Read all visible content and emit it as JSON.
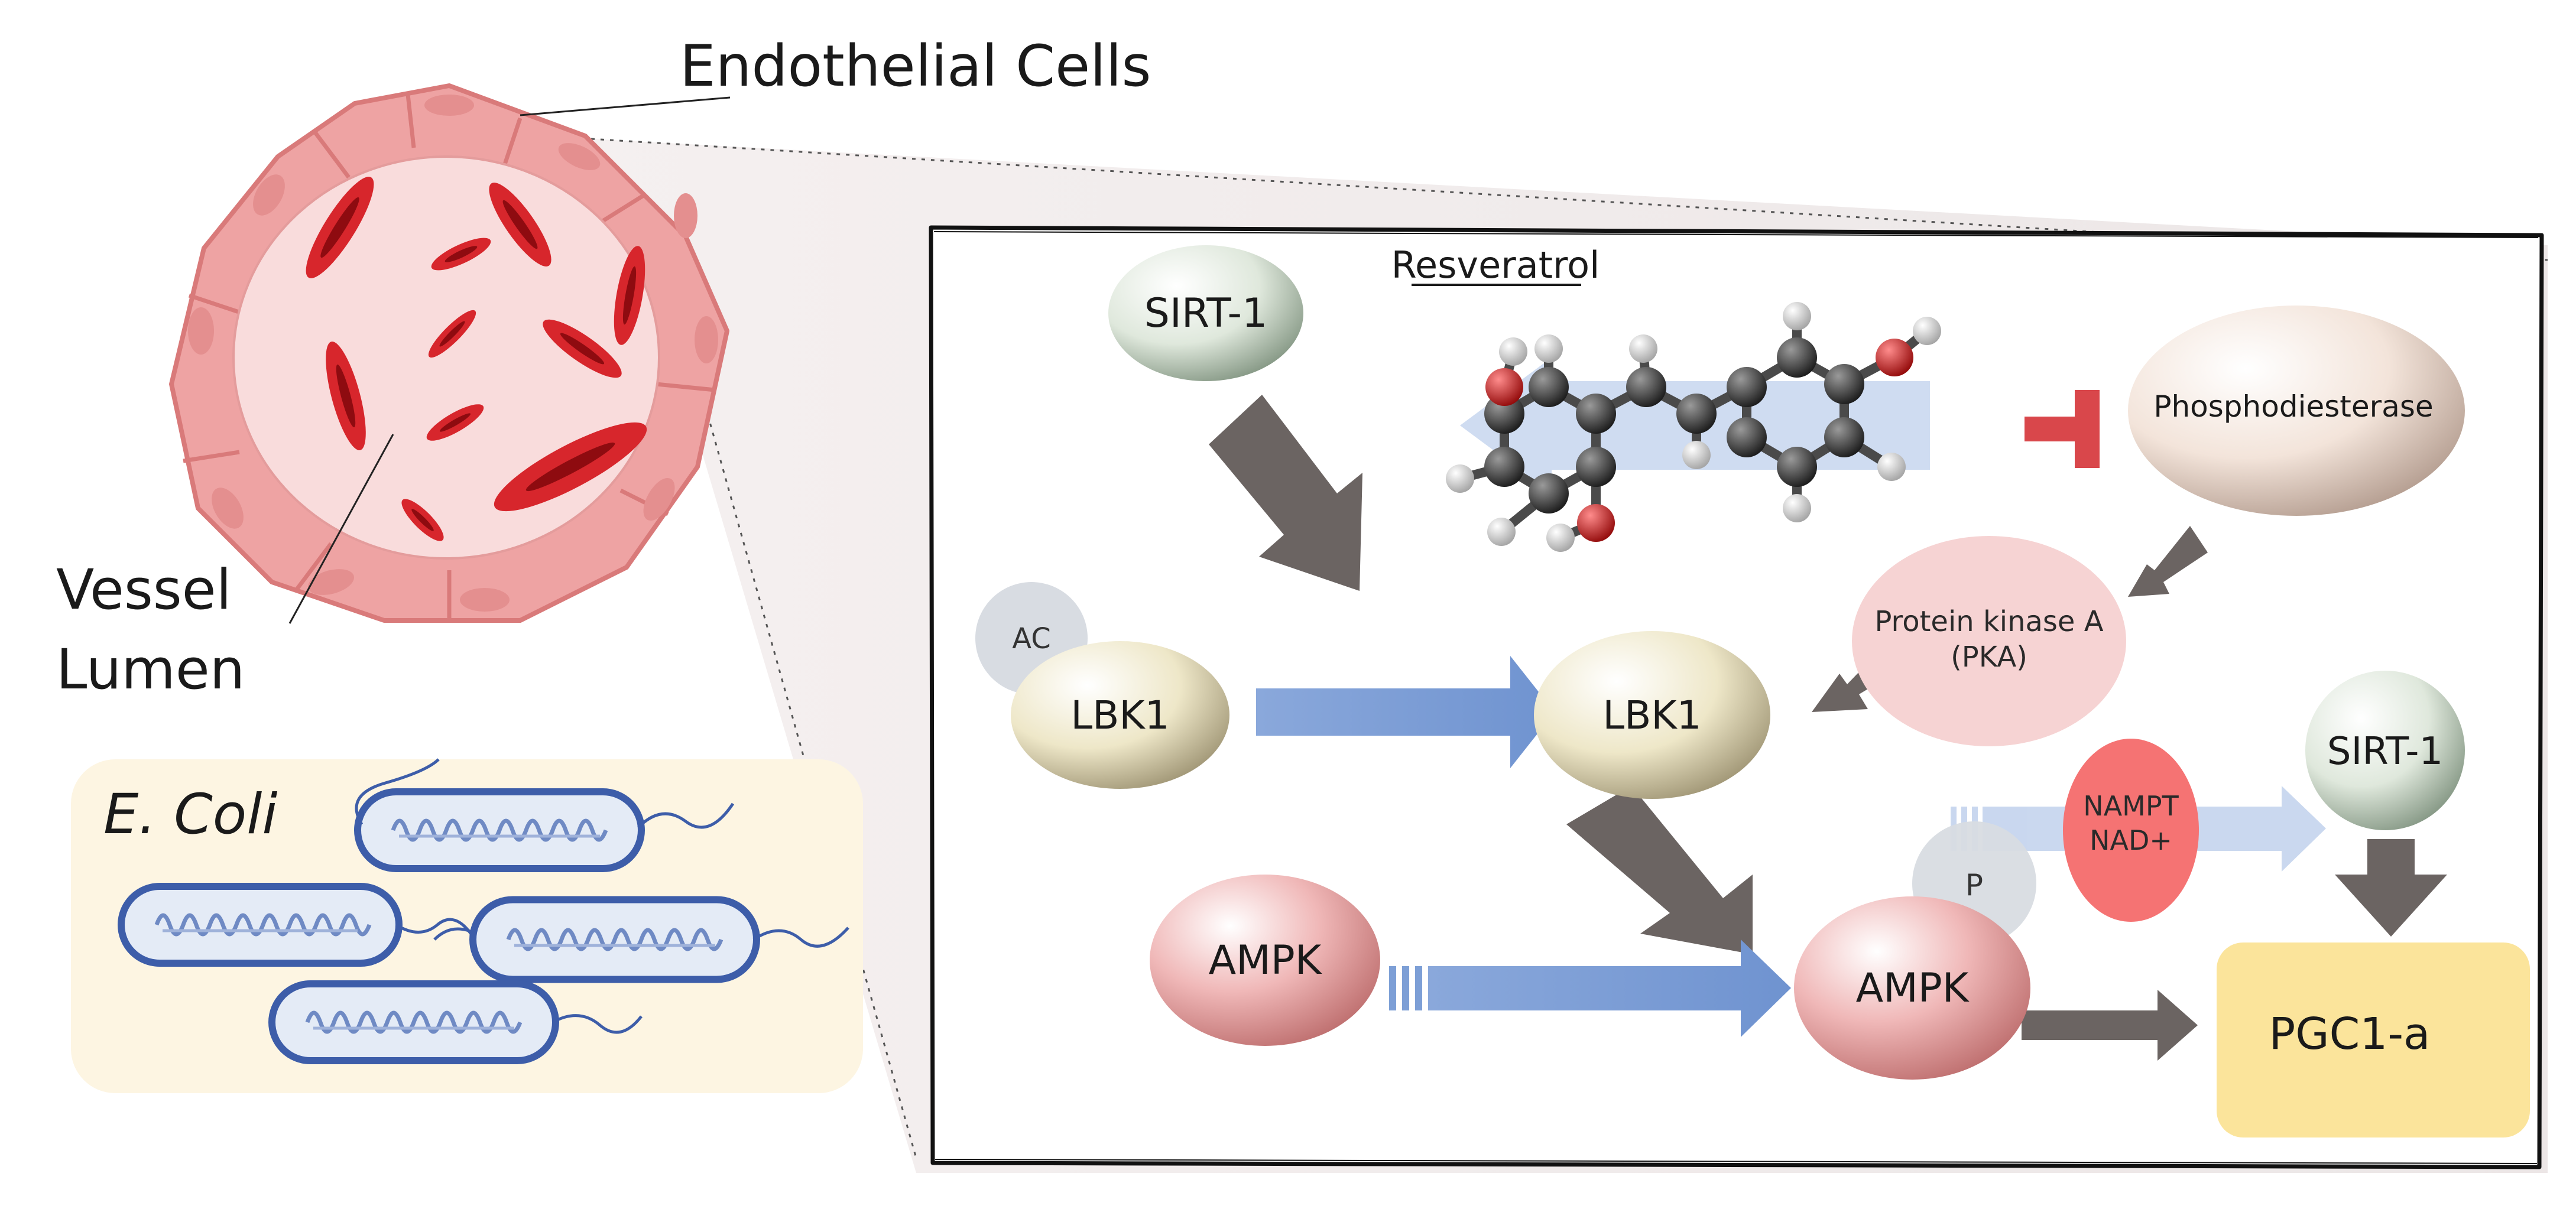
{
  "labels": {
    "endothelial": "Endothelial Cells",
    "vessel_line1": "Vessel",
    "vessel_line2": "Lumen",
    "ecoli": "E. Coli",
    "resveratrol": "Resveratrol"
  },
  "nodes": {
    "sirt1_top": "SIRT-1",
    "phosphodiesterase": "Phosphodiesterase",
    "pka_line1": "Protein kinase A",
    "pka_line2": "(PKA)",
    "ac": "AC",
    "lbk1_left": "LBK1",
    "lbk1_center": "LBK1",
    "nampt_line1": "NAMPT",
    "nampt_line2": "NAD+",
    "sirt1_right": "SIRT-1",
    "p": "P",
    "ampk_left": "AMPK",
    "ampk_right": "AMPK",
    "pgc1a": "PGC1-a"
  },
  "colors": {
    "vessel_pink": "#f2b8b8",
    "endothelial_cell": "#eea3a3",
    "rbc_red": "#d7262c",
    "ecoli_panel": "#fdf5e2",
    "bacteria_blue": "#3d5da9",
    "flow_arrow_blue": "#7d9fd6",
    "gray_arrow": "#6b6462",
    "inhibit_red": "#d9474b",
    "pgc_yellow": "#fbe49b",
    "lbk1_cream": "#e6dfbd",
    "sirt1_green": "#c3d2c0",
    "ampk_pink": "#e59a9a",
    "pka_pink": "#f6d3d3",
    "nampt_red": "#f57373",
    "ac_p_gray": "#d8dce2"
  }
}
